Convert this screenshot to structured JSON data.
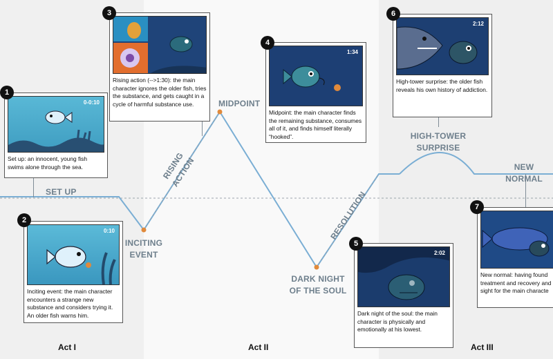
{
  "acts": [
    "Act I",
    "Act II",
    "Act III"
  ],
  "labels": {
    "setup": "SET UP",
    "inciting": [
      "INCITING",
      "EVENT"
    ],
    "rising": "RISING ACTION",
    "midpoint": "MIDPOINT",
    "dark": [
      "DARK NIGHT",
      "OF THE SOUL"
    ],
    "resolution": "RESOLUTION",
    "hightower": [
      "HIGH-TOWER",
      "SURPRISE"
    ],
    "newnormal": "NEW NORMAL"
  },
  "cards": [
    {
      "num": "1",
      "time": "0-0:10",
      "caption": "Set up: an innocent, young fish swims alone through the sea."
    },
    {
      "num": "2",
      "time": "0:10",
      "caption": "Inciting event: the main character encounters a strange new substance and considers trying it. An older fish warns him."
    },
    {
      "num": "3",
      "time": "",
      "caption": "Rising action (-->1:30): the main character ignores the older fish, tries the substance, and gets caught in a cycle of harmful substance use."
    },
    {
      "num": "4",
      "time": "1:34",
      "caption": "Midpoint: the main character finds the remaining substance, consumes all of it, and finds himself literally “hooked”."
    },
    {
      "num": "5",
      "time": "2:02",
      "caption": "Dark night of the soul: the main character is physically and emotionally at his lowest."
    },
    {
      "num": "6",
      "time": "2:12",
      "caption": "High-tower surprise: the older fish reveals his own history of addiction."
    },
    {
      "num": "7",
      "time": "",
      "caption": "New normal: having found treatment and recovery and sight for the main characte"
    }
  ],
  "colors": {
    "curve": "#7aaed4",
    "point": "#e08a3c",
    "label": "#6e7f8c",
    "sea": "#4aa8c8",
    "deep": "#1e3f77"
  }
}
